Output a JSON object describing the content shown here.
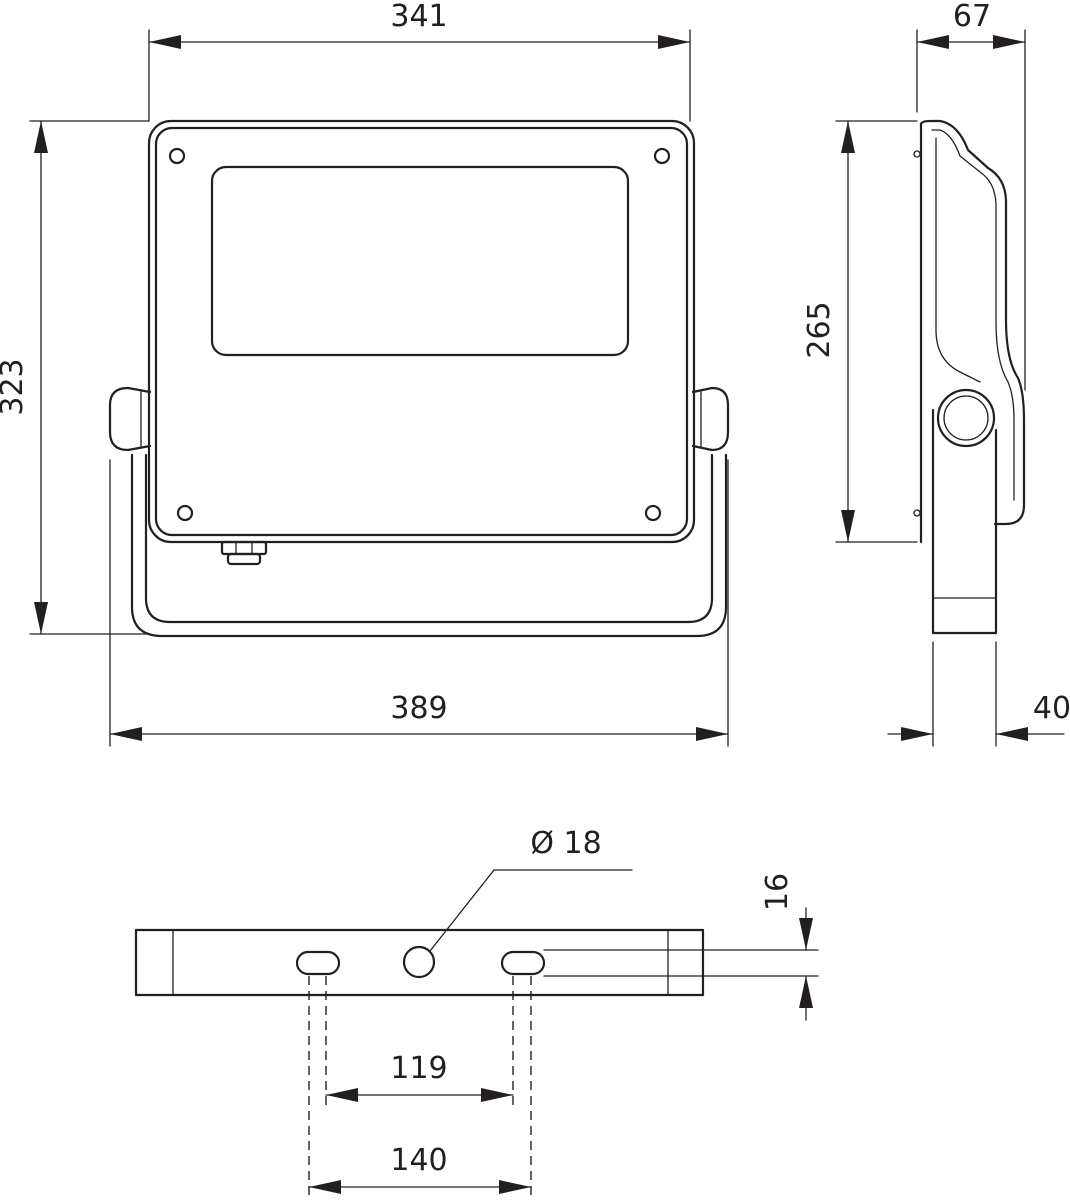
{
  "drawing": {
    "type": "technical dimension drawing",
    "line_color": "#231f20",
    "background": "#ffffff",
    "dimensions": {
      "width_top": "341",
      "depth_top": "67",
      "height_left": "323",
      "height_side": "265",
      "width_bottom": "389",
      "bracket_depth": "40",
      "hole_diameter": "Ø 18",
      "slot_height": "16",
      "slot_spacing_inner": "119",
      "slot_spacing_outer": "140"
    }
  }
}
